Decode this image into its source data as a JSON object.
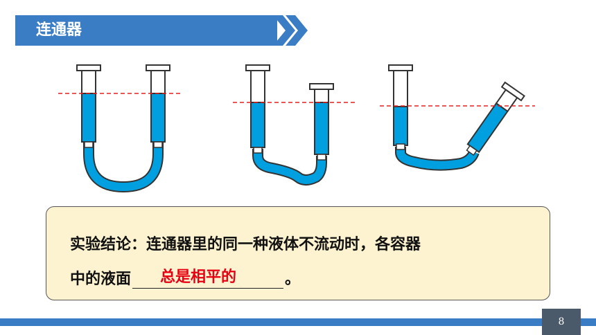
{
  "header": {
    "title": "连通器"
  },
  "conclusion": {
    "line1": "实验结论：连通器里的同一种液体不流动时，各容器",
    "line2_prefix": "中的液面",
    "answer": "总是相平的",
    "line2_suffix": "。"
  },
  "footer": {
    "page_number": "8"
  },
  "colors": {
    "accent": "#3a7dc4",
    "liquid": "#00a0e0",
    "answer": "#e60012",
    "box_bg": "#fdf3d0",
    "level_line": "#e02020"
  }
}
